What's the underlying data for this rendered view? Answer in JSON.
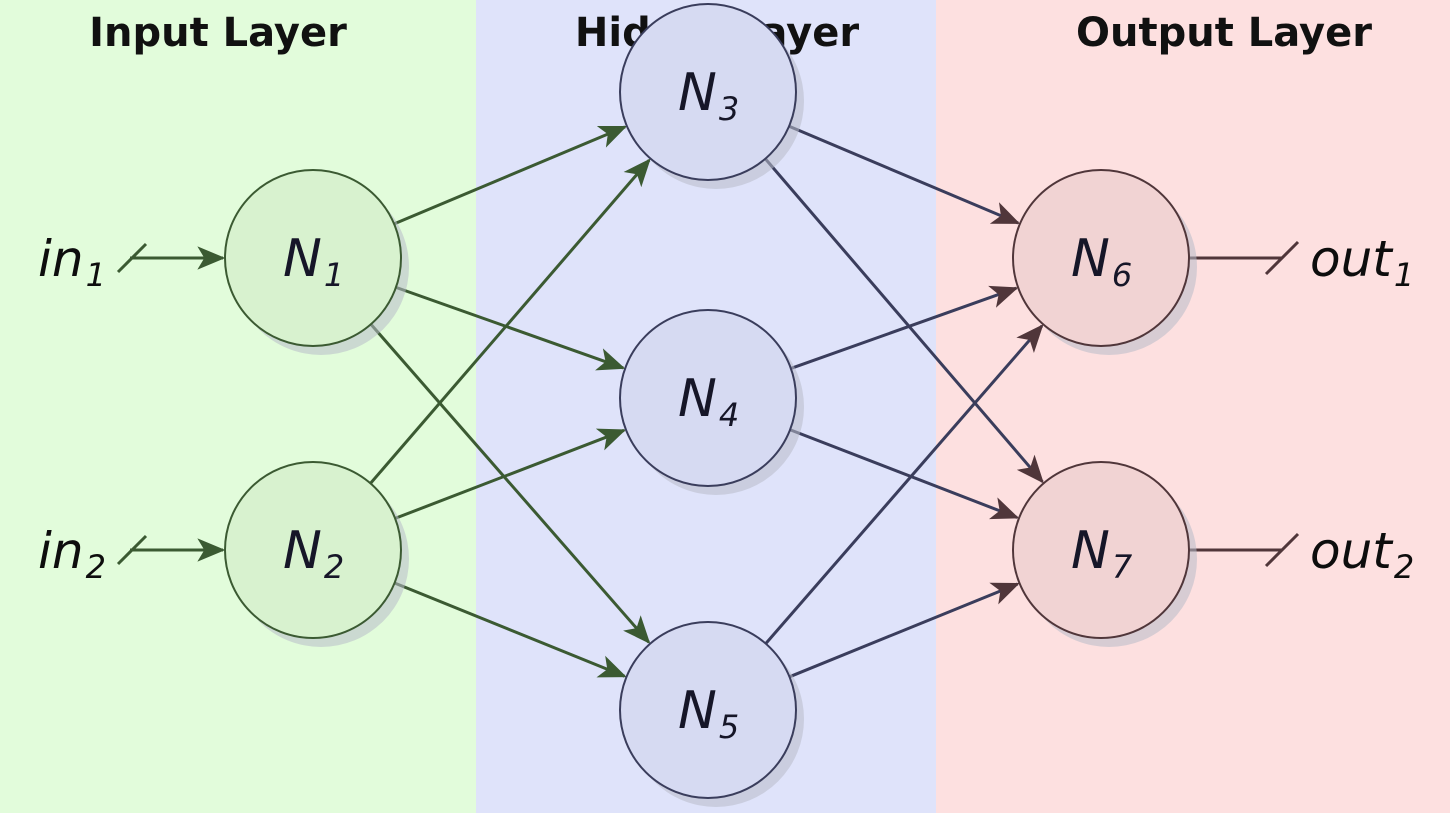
{
  "layers": [
    {
      "id": "input",
      "title": "Input Layer",
      "color": "#e2fcdb"
    },
    {
      "id": "hidden",
      "title": "HiddenLayer",
      "color": "#dfe3fa"
    },
    {
      "id": "output",
      "title": "Output Layer",
      "color": "#fde0e0"
    }
  ],
  "nodes": [
    {
      "id": "n1",
      "letter": "N",
      "sub": "1",
      "layer": "input"
    },
    {
      "id": "n2",
      "letter": "N",
      "sub": "2",
      "layer": "input"
    },
    {
      "id": "n3",
      "letter": "N",
      "sub": "3",
      "layer": "hidden"
    },
    {
      "id": "n4",
      "letter": "N",
      "sub": "4",
      "layer": "hidden"
    },
    {
      "id": "n5",
      "letter": "N",
      "sub": "5",
      "layer": "hidden"
    },
    {
      "id": "n6",
      "letter": "N",
      "sub": "6",
      "layer": "output"
    },
    {
      "id": "n7",
      "letter": "N",
      "sub": "7",
      "layer": "output"
    }
  ],
  "inputs": [
    {
      "id": "in1",
      "text": "in",
      "sub": "1",
      "target": "n1"
    },
    {
      "id": "in2",
      "text": "in",
      "sub": "2",
      "target": "n2"
    }
  ],
  "outputs": [
    {
      "id": "out1",
      "text": "out",
      "sub": "1",
      "source": "n6"
    },
    {
      "id": "out2",
      "text": "out",
      "sub": "2",
      "source": "n7"
    }
  ],
  "edges": [
    {
      "from": "n1",
      "to": "n3"
    },
    {
      "from": "n1",
      "to": "n4"
    },
    {
      "from": "n1",
      "to": "n5"
    },
    {
      "from": "n2",
      "to": "n3"
    },
    {
      "from": "n2",
      "to": "n4"
    },
    {
      "from": "n2",
      "to": "n5"
    },
    {
      "from": "n3",
      "to": "n6"
    },
    {
      "from": "n3",
      "to": "n7"
    },
    {
      "from": "n4",
      "to": "n6"
    },
    {
      "from": "n4",
      "to": "n7"
    },
    {
      "from": "n5",
      "to": "n6"
    },
    {
      "from": "n5",
      "to": "n7"
    }
  ],
  "colors": {
    "input_stroke": "#3b5a32",
    "hidden_stroke": "#3a3d5c",
    "output_stroke": "#50363a",
    "input_fill": "#d8f2cf",
    "hidden_fill": "#d6daf2",
    "output_fill": "#f1d3d3",
    "shadow": "#b8bcc8"
  }
}
